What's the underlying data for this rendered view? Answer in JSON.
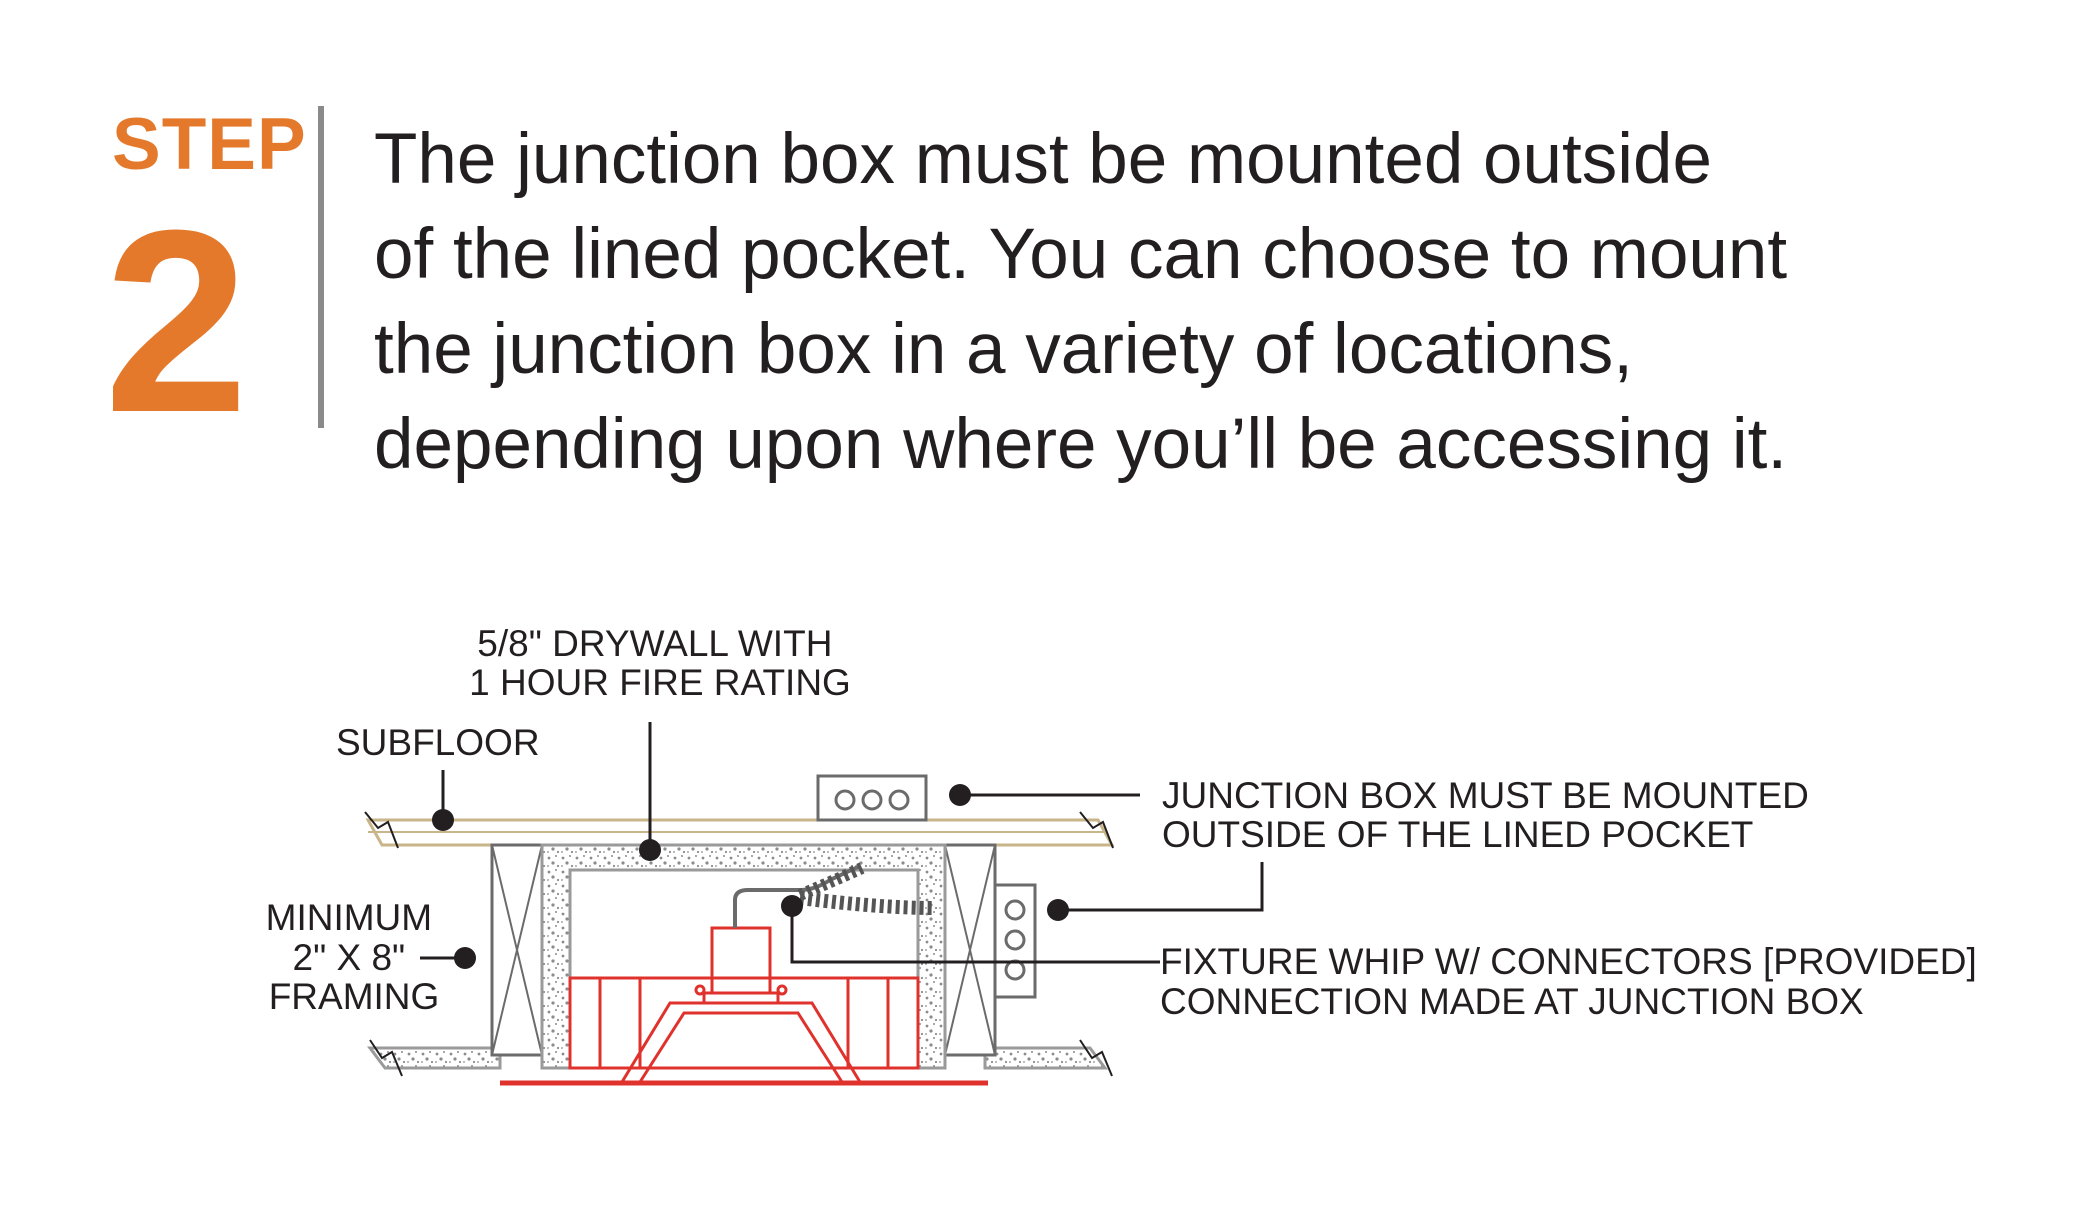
{
  "step": {
    "word": "STEP",
    "number": "2",
    "color": "#e4792c"
  },
  "instruction": {
    "lines": [
      "The junction box must be mounted outside",
      "of the lined pocket. You can choose to mount",
      "the junction box in a variety of locations,",
      "depending upon where you’ll be accessing it."
    ]
  },
  "diagram": {
    "labels": {
      "drywall": [
        "5/8\" DRYWALL WITH",
        "1 HOUR FIRE RATING"
      ],
      "subfloor": "SUBFLOOR",
      "framing": [
        "MINIMUM",
        "2\" X 8\"",
        "FRAMING"
      ],
      "junction_box": [
        "JUNCTION BOX MUST BE MOUNTED",
        "OUTSIDE OF THE LINED POCKET"
      ],
      "fixture_whip": [
        "FIXTURE WHIP W/ CONNECTORS [PROVIDED]",
        "CONNECTION MADE AT JUNCTION BOX"
      ]
    },
    "colors": {
      "fixture": "#e0322c",
      "subfloor": "#c8b58a",
      "drywall": "#9a9a9a",
      "lines": "#231f20"
    }
  }
}
